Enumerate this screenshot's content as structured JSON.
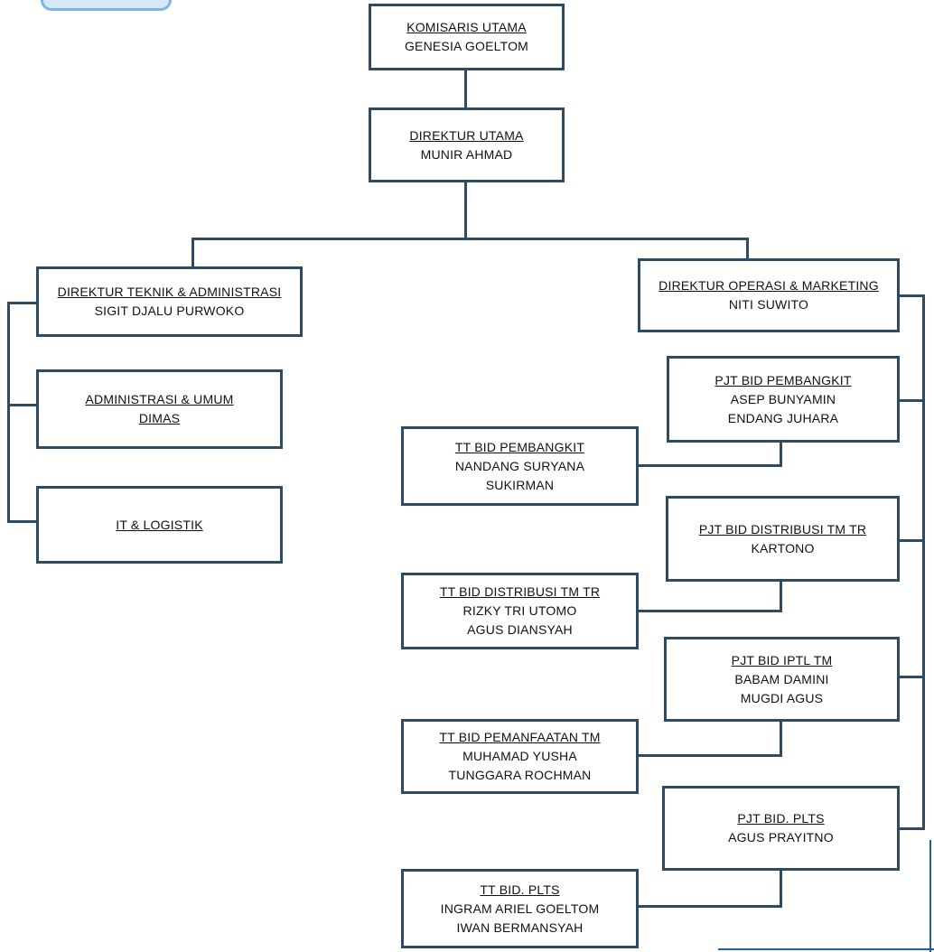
{
  "org_chart": {
    "komisaris": {
      "title": "KOMISARIS UTAMA",
      "names": [
        "GENESIA GOELTOM"
      ]
    },
    "direktur_utama": {
      "title": "DIREKTUR UTAMA",
      "names": [
        "MUNIR AHMAD"
      ]
    },
    "direktur_teknik": {
      "title": "DIREKTUR TEKNIK & ADMINISTRASI",
      "names": [
        "SIGIT DJALU PURWOKO"
      ]
    },
    "administrasi": {
      "title": "ADMINISTRASI & UMUM",
      "names": [
        "DIMAS"
      ]
    },
    "it_logistik": {
      "title": "IT & LOGISTIK",
      "names": []
    },
    "direktur_operasi": {
      "title": "DIREKTUR OPERASI & MARKETING",
      "names": [
        "NITI SUWITO"
      ]
    },
    "pjt_pembangkit": {
      "title": "PJT BID PEMBANGKIT",
      "names": [
        "ASEP BUNYAMIN",
        "ENDANG JUHARA"
      ]
    },
    "tt_pembangkit": {
      "title": "TT BID PEMBANGKIT",
      "names": [
        "NANDANG SURYANA",
        "SUKIRMAN"
      ]
    },
    "pjt_distribusi": {
      "title": "PJT BID DISTRIBUSI TM TR",
      "names": [
        "KARTONO"
      ]
    },
    "tt_distribusi": {
      "title": "TT BID DISTRIBUSI TM TR",
      "names": [
        "RIZKY TRI UTOMO",
        "AGUS DIANSYAH"
      ]
    },
    "pjt_iptl": {
      "title": "PJT BID IPTL TM",
      "names": [
        "BABAM DAMINI",
        "MUGDI AGUS"
      ]
    },
    "tt_pemanfaatan": {
      "title": "TT BID PEMANFAATAN TM",
      "names": [
        "MUHAMAD YUSHA",
        "TUNGGARA ROCHMAN"
      ]
    },
    "pjt_plts": {
      "title": "PJT BID. PLTS",
      "names": [
        "AGUS PRAYITNO"
      ]
    },
    "tt_plts": {
      "title": "TT BID. PLTS",
      "names": [
        "INGRAM ARIEL GOELTOM",
        "IWAN BERMANSYAH"
      ]
    }
  },
  "colors": {
    "line": "#2f4a63",
    "box_border": "#2f4a63"
  }
}
